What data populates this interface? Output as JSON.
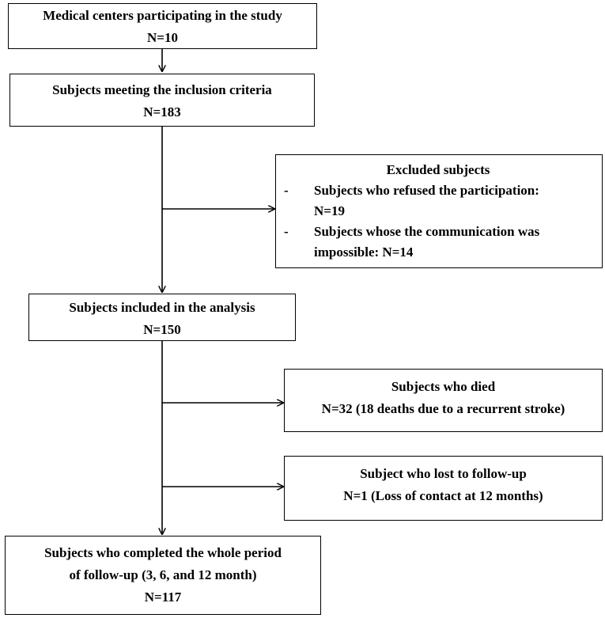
{
  "boxes": {
    "centers": {
      "title": "Medical centers participating in the study",
      "n": "N=10"
    },
    "inclusion": {
      "title": "Subjects meeting the inclusion criteria",
      "n": "N=183"
    },
    "excluded": {
      "title": "Excluded subjects",
      "items": [
        {
          "bullet": "-",
          "line1": "Subjects who refused the participation:",
          "line2": "N=19"
        },
        {
          "bullet": "-",
          "line1": "Subjects whose the communication was",
          "line2": "impossible: N=14"
        }
      ]
    },
    "analysis": {
      "title": "Subjects included in the analysis",
      "n": "N=150"
    },
    "died": {
      "title": "Subjects who died",
      "n": "N=32 (18 deaths due to a recurrent stroke)"
    },
    "lost": {
      "title": "Subject who lost to follow-up",
      "n": "N=1 (Loss of contact at 12 months)"
    },
    "completed": {
      "line1": "Subjects who completed the whole period",
      "line2": "of follow-up (3, 6, and 12 month)",
      "n": "N=117"
    }
  }
}
